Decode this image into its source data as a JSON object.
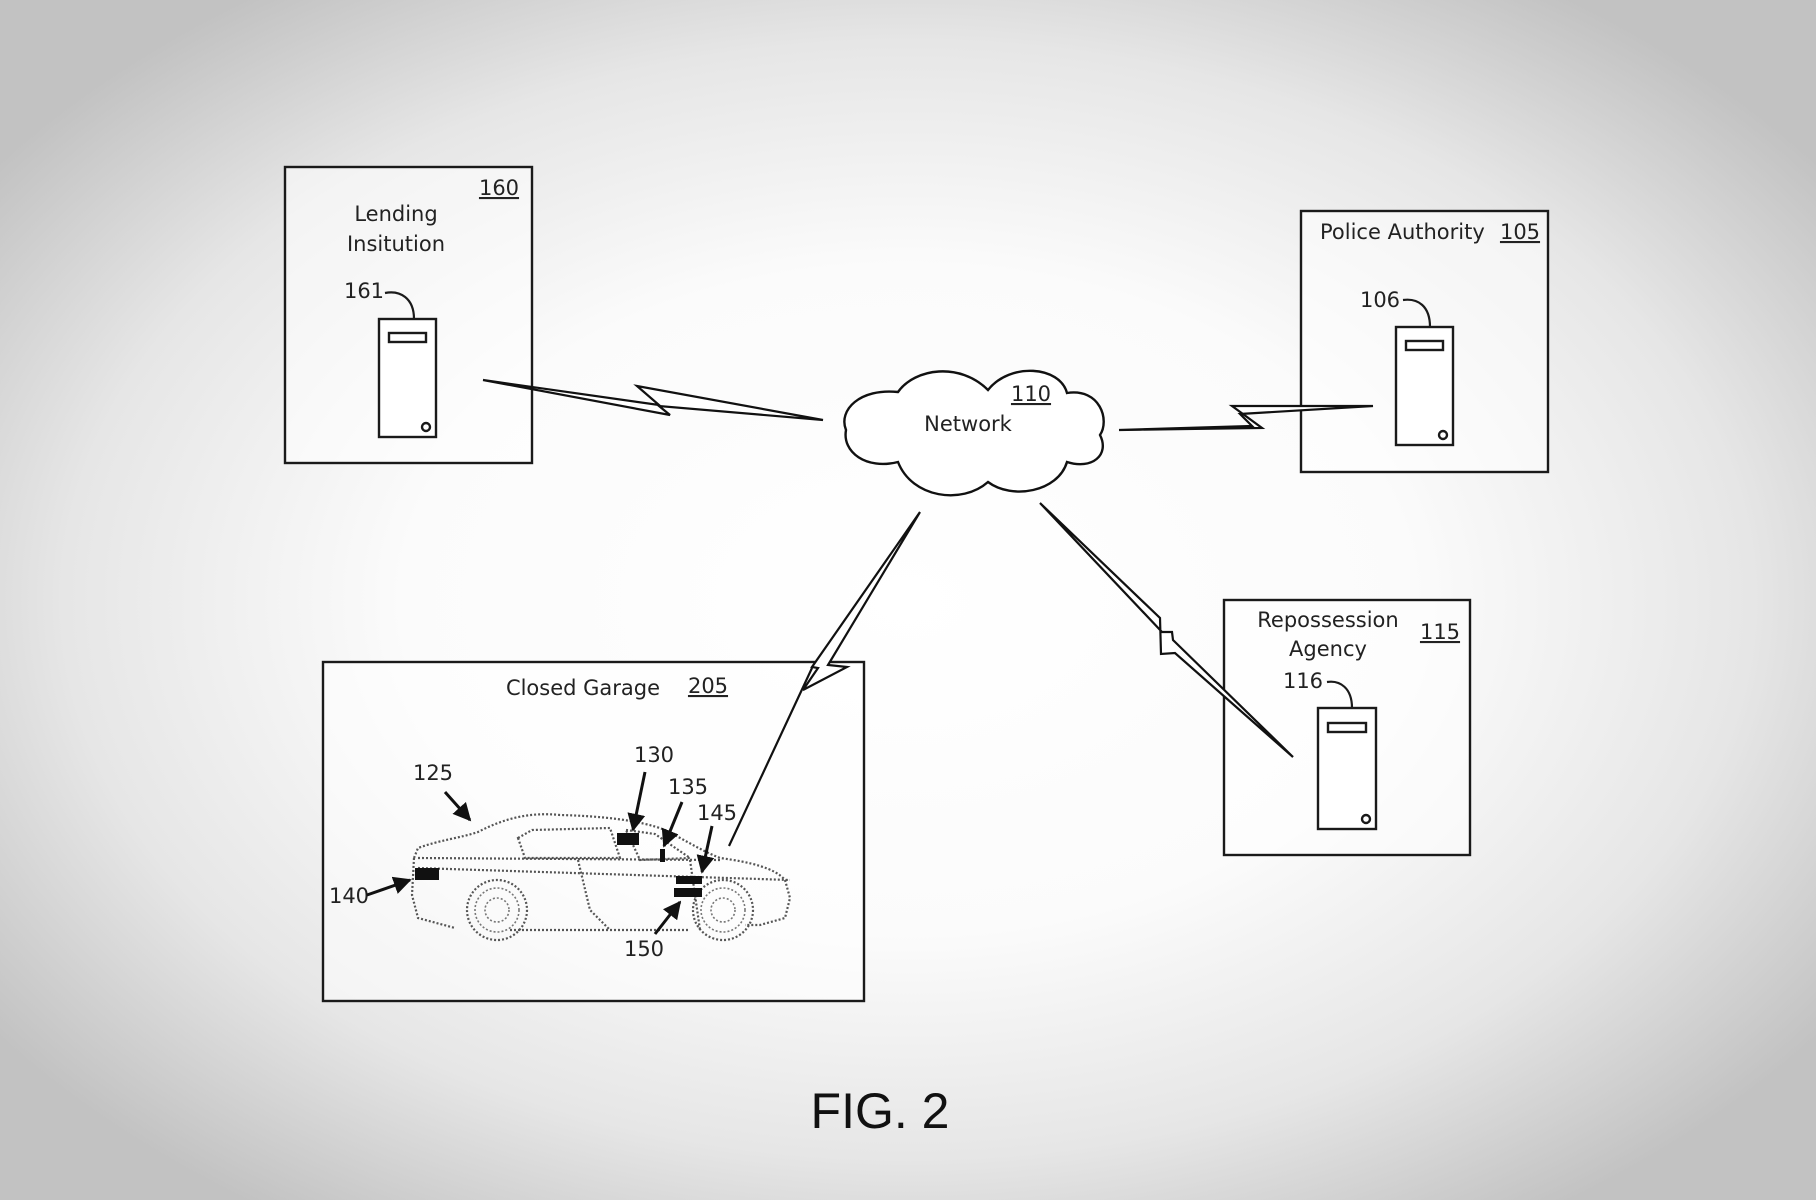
{
  "figure": {
    "caption": "FIG. 2"
  },
  "nodes": {
    "lending": {
      "title_line1": "Lending",
      "title_line2": "Insitution",
      "ref": "160",
      "server_ref": "161"
    },
    "police": {
      "title": "Police Authority",
      "ref": "105",
      "server_ref": "106"
    },
    "network": {
      "title": "Network",
      "ref": "110"
    },
    "repossession": {
      "title_line1": "Repossession",
      "title_line2": "Agency",
      "ref": "115",
      "server_ref": "116"
    },
    "garage": {
      "title": "Closed Garage",
      "ref": "205"
    }
  },
  "vehicle": {
    "ref": "125",
    "components": [
      {
        "ref": "130"
      },
      {
        "ref": "135"
      },
      {
        "ref": "140"
      },
      {
        "ref": "145"
      },
      {
        "ref": "150"
      }
    ]
  },
  "links": [
    {
      "from": "lending",
      "to": "network",
      "type": "wireless"
    },
    {
      "from": "network",
      "to": "police",
      "type": "wireless"
    },
    {
      "from": "network",
      "to": "garage",
      "type": "wireless"
    },
    {
      "from": "network",
      "to": "repossession",
      "type": "wireless"
    }
  ]
}
